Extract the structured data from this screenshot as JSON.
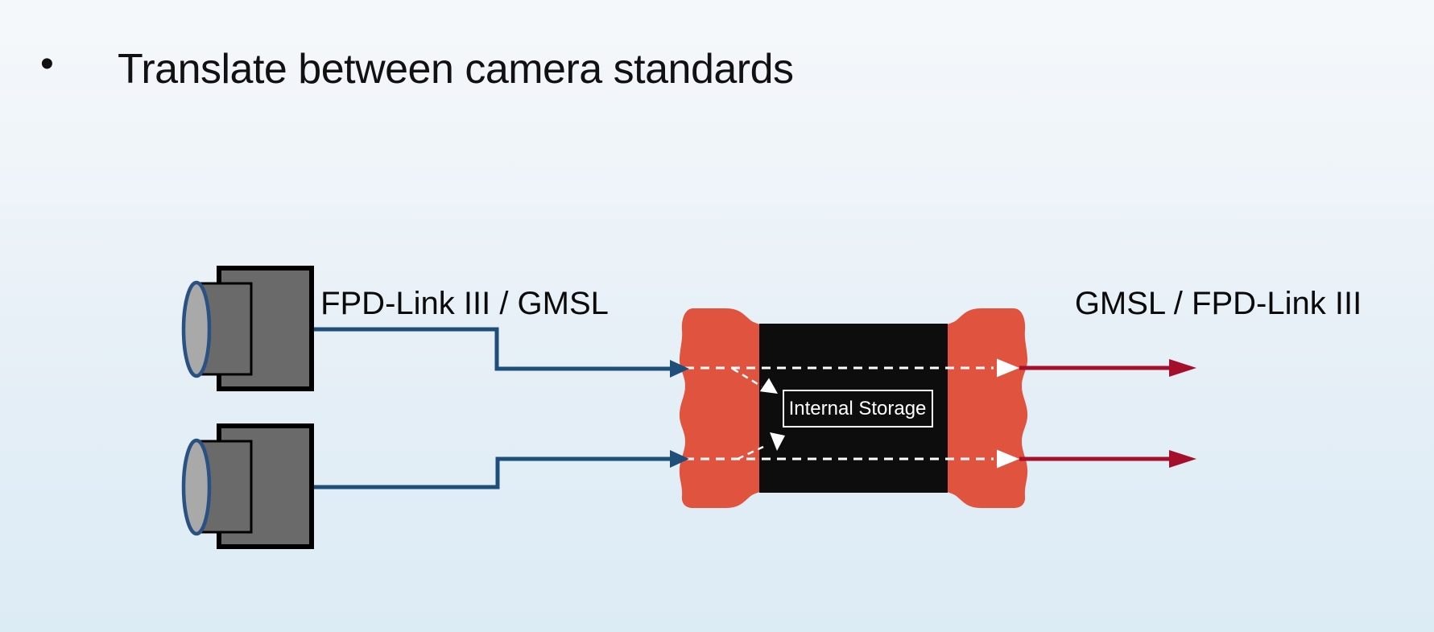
{
  "title": {
    "bullet_glyph": "•",
    "text": "Translate between camera standards"
  },
  "diagram": {
    "left_cable_label": "FPD-Link III / GMSL",
    "right_cable_label": "GMSL / FPD-Link III",
    "storage_label": "Internal Storage",
    "icons": [
      "camera-icon (x2, gray industrial camera with blue lens ring)",
      "cable-clamp-icon (x2, red strain-relief grommets on converter)",
      "converter-box-icon (black device body)",
      "arrow-right-icon (blue input arrows, white pass-through arrows, dark-red output arrows)"
    ]
  },
  "colors": {
    "bg_top": "#f5f8fb",
    "bg_bottom": "#dcecf5",
    "title_text": "#111111",
    "camera_gray": "#6a6a6a",
    "camera_outline": "#000000",
    "lens_fill": "#a9a9a9",
    "lens_ring_blue": "#2a5181",
    "link_blue": "#1f4e79",
    "clamp_red": "#e0533e",
    "device_black": "#0d0d0d",
    "output_dark_red": "#a60f2b",
    "dash_white": "#ffffff",
    "label_text": "#0a0a0a"
  }
}
